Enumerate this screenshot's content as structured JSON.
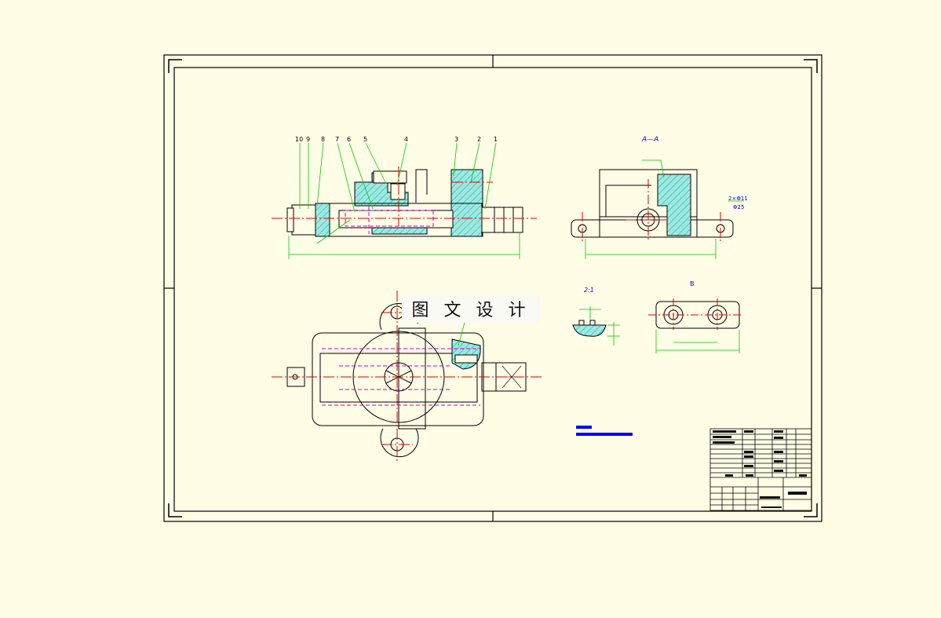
{
  "watermark": "图 文 设 计",
  "balloons": [
    "10",
    "9",
    "8",
    "7",
    "6",
    "5",
    "4",
    "3",
    "2",
    "1"
  ],
  "section_label": "A—A",
  "scale_label": "2:1",
  "view_b_label": "B",
  "hole_note_1": "2×Φ11",
  "hole_note_2": "Φ25",
  "colors": {
    "outline": "#000000",
    "centerline": "#ff0000",
    "hatch": "#00c0c0",
    "leader": "#00cc00",
    "dimension": "#0000ff",
    "hidden": "#cc00cc",
    "background": "#fffde6"
  }
}
